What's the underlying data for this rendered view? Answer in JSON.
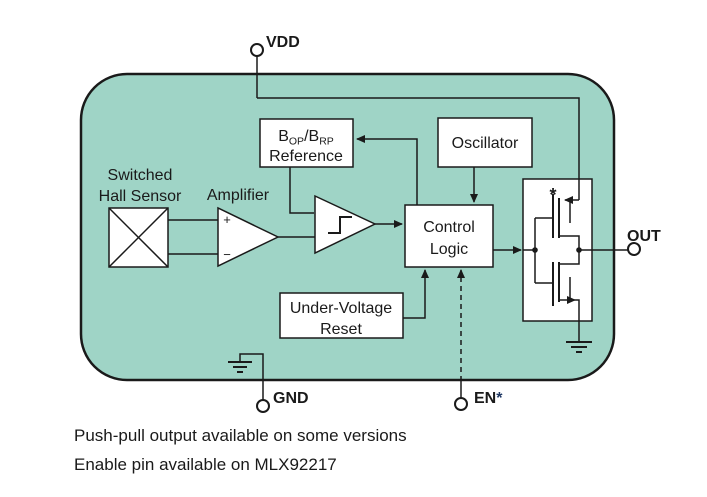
{
  "figure": {
    "chip": {
      "fill": "#9fd4c6",
      "stroke": "#1a1a1a"
    },
    "star_color": "#1f3864",
    "pins": {
      "vdd": {
        "label": "VDD"
      },
      "out": {
        "label": "OUT"
      },
      "gnd": {
        "label": "GND"
      },
      "en": {
        "label": "EN",
        "star": "*"
      }
    },
    "blocks": {
      "hall": {
        "label_line1": "Switched",
        "label_line2": "Hall Sensor"
      },
      "amplifier": {
        "label": "Amplifier",
        "plus": "+",
        "minus": "−"
      },
      "reference": {
        "b": "B",
        "sub_op": "OP",
        "slash_b": "/B",
        "sub_rp": "RP",
        "line2": "Reference"
      },
      "oscillator": {
        "label": "Oscillator"
      },
      "control_logic": {
        "line1": "Control",
        "line2": "Logic"
      },
      "under_voltage_reset": {
        "line1": "Under-Voltage",
        "line2": "Reset"
      },
      "output_stage": {
        "star": "*"
      }
    }
  },
  "captions": {
    "line1": "Push-pull output available on some versions",
    "line2": "Enable pin available on MLX92217"
  }
}
